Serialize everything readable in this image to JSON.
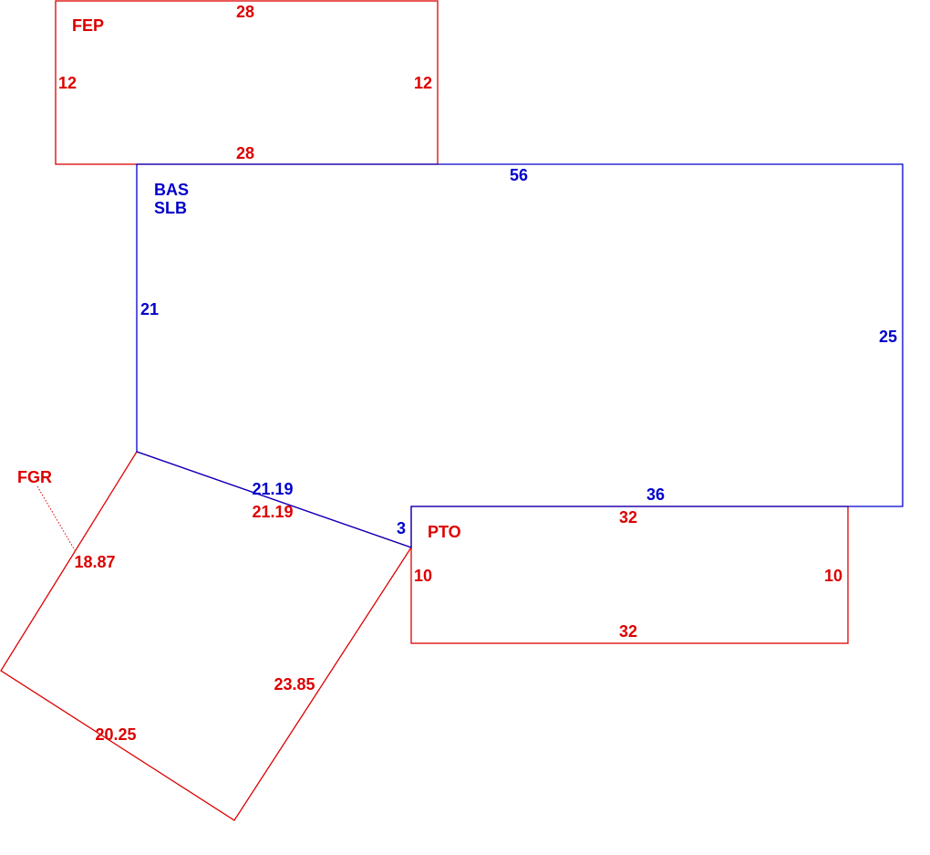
{
  "colors": {
    "red": "#dd0000",
    "blue": "#0000cc"
  },
  "areas": {
    "fep": {
      "code": "FEP",
      "top": "28",
      "bottom": "28",
      "left": "12",
      "right": "12"
    },
    "bas": {
      "code": "BAS",
      "code2": "SLB",
      "top": "56",
      "left": "21",
      "right": "25",
      "bottom": "36",
      "diagonal": "21.19",
      "step": "3"
    },
    "pto": {
      "code": "PTO",
      "top": "32",
      "bottom": "32",
      "left": "10",
      "right": "10"
    },
    "fgr": {
      "code": "FGR",
      "shared": "21.19",
      "upper_left": "18.87",
      "lower_left": "20.25",
      "right": "23.85"
    }
  }
}
